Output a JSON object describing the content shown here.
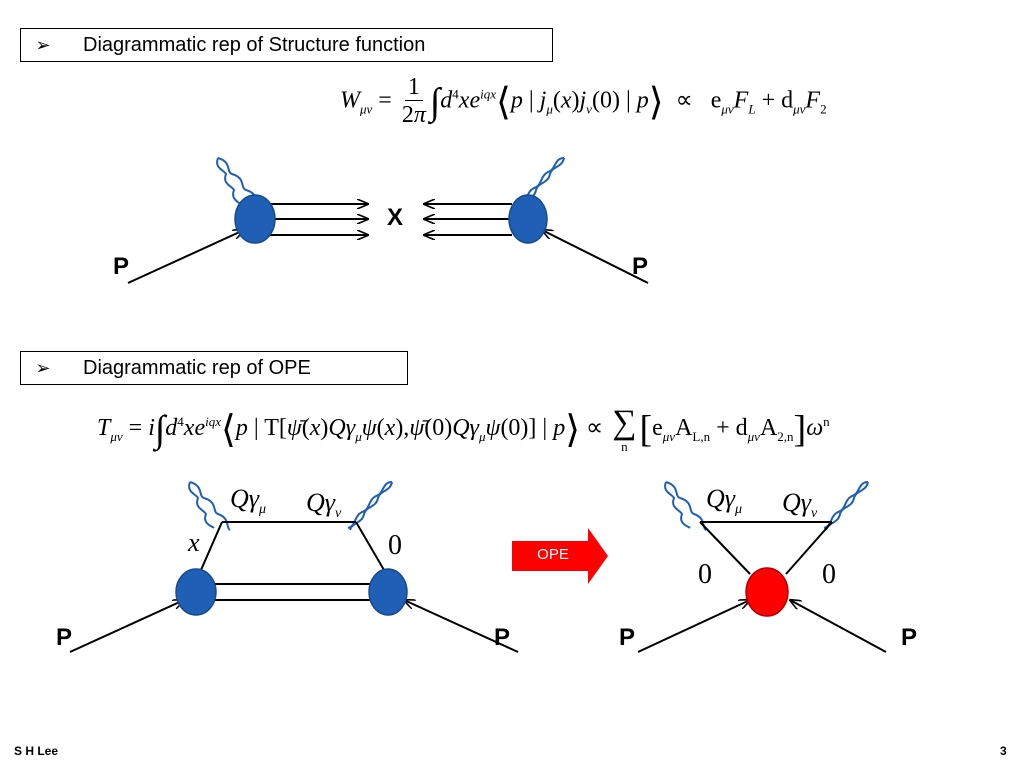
{
  "section1": {
    "bullet": "➢",
    "title": "Diagrammatic rep of Structure function"
  },
  "section2": {
    "bullet": "➢",
    "title": "Diagrammatic rep of OPE"
  },
  "diagram1": {
    "label_p_left": "P",
    "label_x": "X",
    "label_p_right": "P"
  },
  "diagram2": {
    "label_qgamma_mu": "Qγ",
    "label_qgamma_nu": "Qγ",
    "sub_mu": "μ",
    "sub_nu": "ν",
    "label_x": "x",
    "label_zero": "0",
    "label_p_left": "P",
    "label_p_right": "P"
  },
  "diagram3": {
    "label_qgamma_mu": "Qγ",
    "label_qgamma_nu": "Qγ",
    "sub_mu": "μ",
    "sub_nu": "ν",
    "label_zero_left": "0",
    "label_zero_right": "0",
    "label_p_left": "P",
    "label_p_right": "P"
  },
  "ope_arrow": {
    "label": "OPE"
  },
  "footer": {
    "author": "S H Lee",
    "page_number": "3"
  },
  "colors": {
    "blob_blue": "#1f5fb5",
    "blob_red": "#ff0000",
    "arrow_red": "#ff0000"
  },
  "icons": {
    "bullet": "arrowhead-bullet",
    "gluon": "wavy-gluon-line"
  }
}
